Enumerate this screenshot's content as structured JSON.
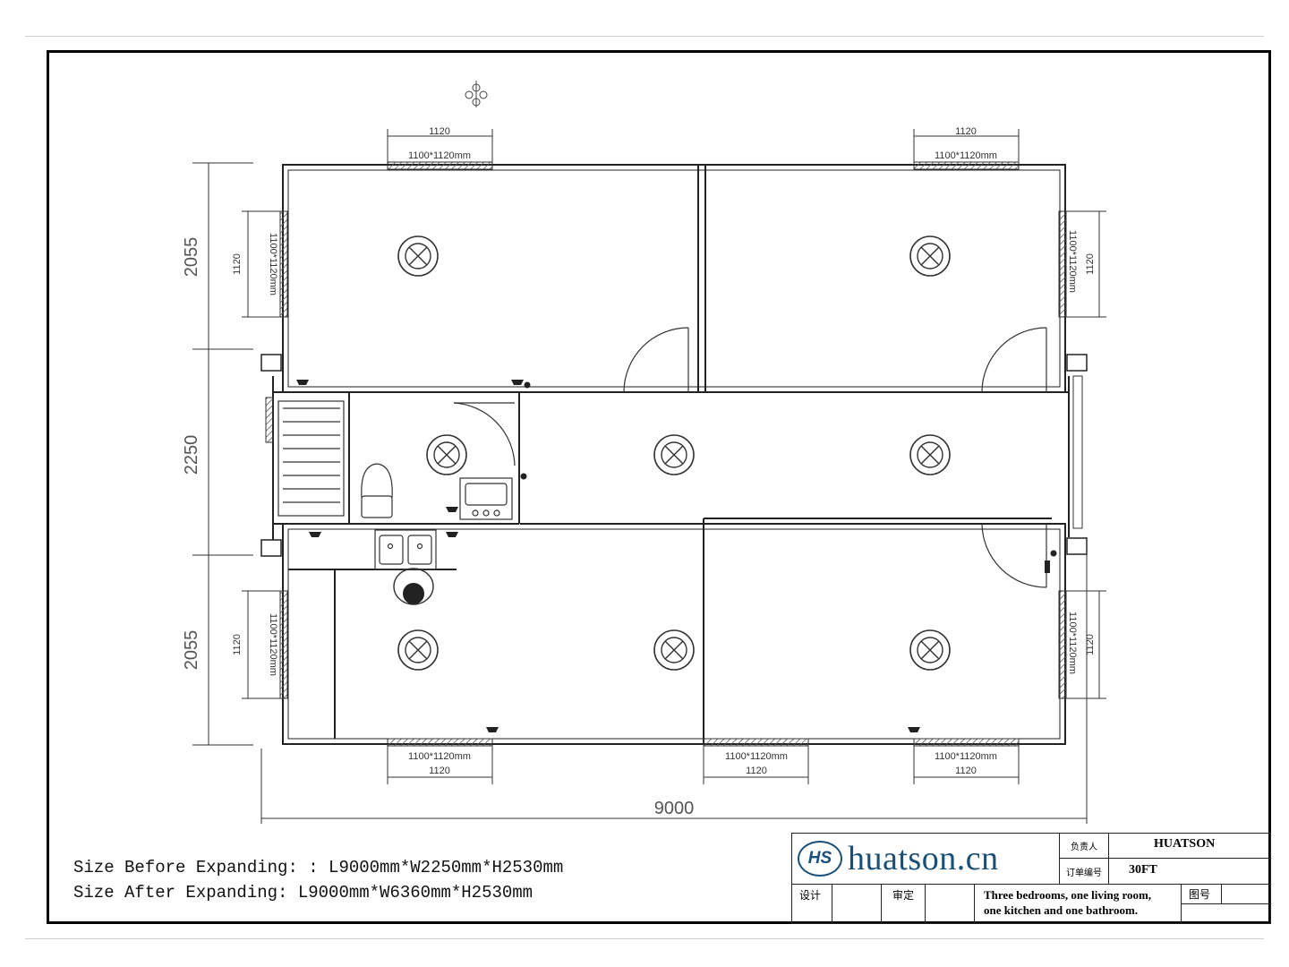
{
  "plan": {
    "overall_length": "9000",
    "dims_vertical": [
      "2055",
      "2250",
      "2055"
    ],
    "window_size_label": "1100*1120mm",
    "window_width_label": "1120"
  },
  "notes": {
    "before": "Size Before Expanding: : L9000mm*W2250mm*H2530mm",
    "after": "Size After Expanding: L9000mm*W6360mm*H2530mm"
  },
  "title_block": {
    "logo_mark": "HS",
    "site": "huatson.cn",
    "label_responsible": "负责人",
    "label_order_no": "订单编号",
    "company": "HUATSON",
    "model": "30FT",
    "label_design": "设计",
    "label_approve": "审定",
    "description_line1": "Three bedrooms, one living room,",
    "description_line2": "one kitchen and one bathroom.",
    "label_drawing_no": "图号"
  },
  "colors": {
    "line": "#222222",
    "brand": "#1a4f78"
  }
}
